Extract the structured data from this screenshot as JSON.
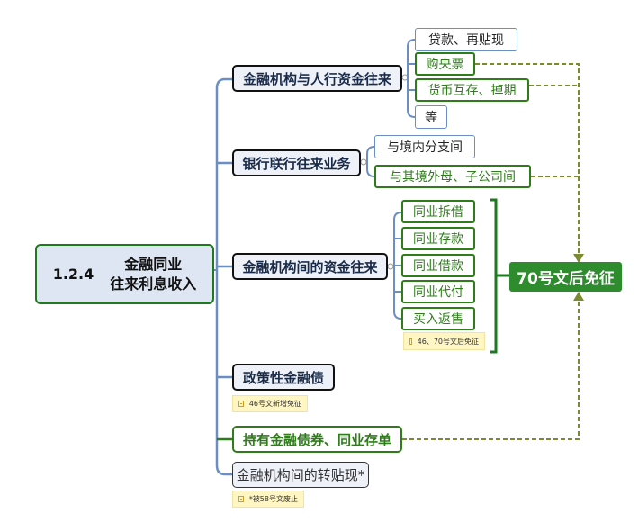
{
  "root": {
    "number": "1.2.4",
    "title_line1": "金融同业",
    "title_line2": "往来利息收入"
  },
  "branches": {
    "b1": "金融机构与人行资金往来",
    "b2": "银行联行往来业务",
    "b3": "金融机构间的资金往来",
    "b4": "政策性金融债",
    "b5": "持有金融债券、同业存单",
    "b6": "金融机构间的转贴现*"
  },
  "leaves": {
    "b1": [
      "贷款、再贴现",
      "购央票",
      "货币互存、掉期",
      "等"
    ],
    "b2": [
      "与境内分支间",
      "与其境外母、子公司间"
    ],
    "b3": [
      "同业拆借",
      "同业存款",
      "同业借款",
      "同业代付",
      "买入返售"
    ]
  },
  "notes": {
    "b3": "46、70号文后免征",
    "b4": "46号文新增免征",
    "b6": "*被58号文废止"
  },
  "target": "70号文后免征",
  "colors": {
    "green": "#2e7d1a",
    "blue": "#6b8fc2",
    "dashed": "#7a8a2e"
  }
}
